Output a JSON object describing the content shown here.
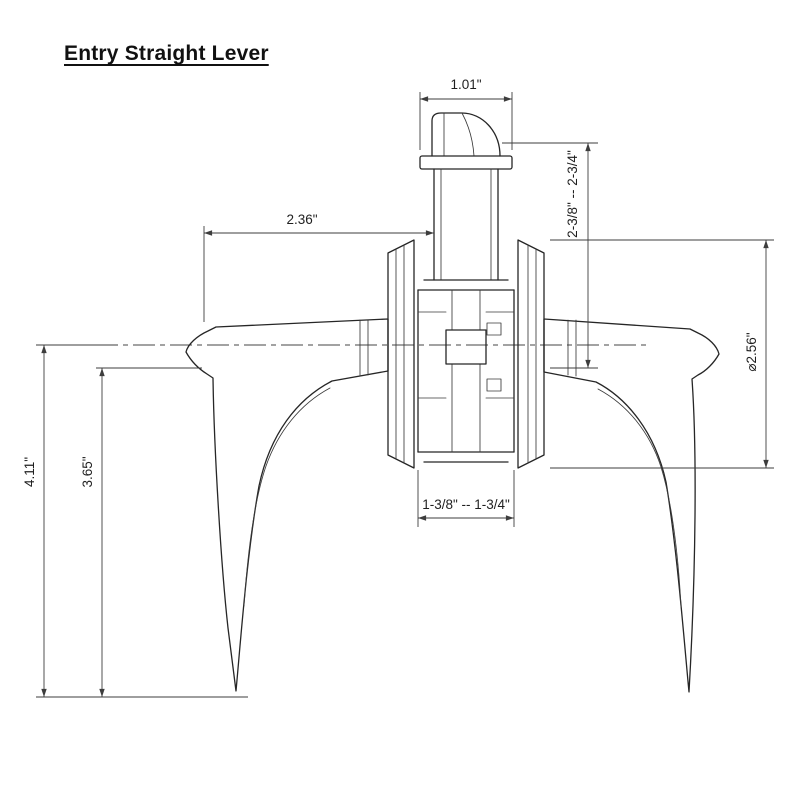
{
  "title": "Entry Straight Lever",
  "colors": {
    "background": "#ffffff",
    "outline": "#262626",
    "dimension": "#3d3d3d"
  },
  "drawing": {
    "dim_latch_width": "1.01\"",
    "dim_backset_range": "2-3/8\" -- 2-3/4\"",
    "dim_lever_reach": "2.36\"",
    "dim_rose_diameter": "⌀2.56\"",
    "dim_bore_range": "1-3/8\" -- 1-3/4\"",
    "dim_overall_height": "4.11\"",
    "dim_handle_height": "3.65\""
  }
}
